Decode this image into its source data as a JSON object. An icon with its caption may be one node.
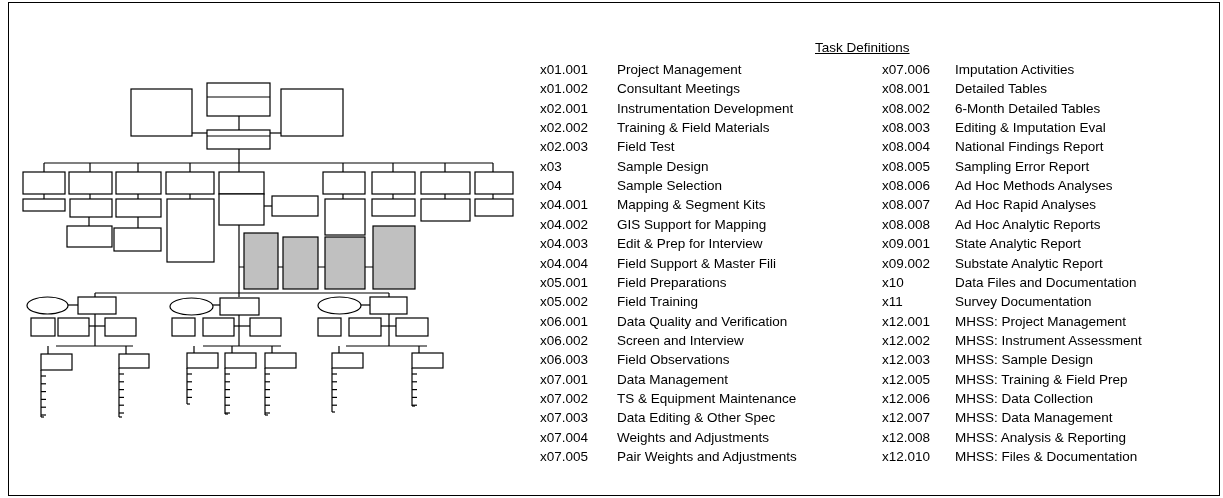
{
  "diagram": {
    "title": "Task Definitions",
    "labels": [
      "x01.001",
      "Project Management",
      "x07.006",
      "Imputation Activities",
      "x01.002",
      "Consultant Meetings",
      "x08.001",
      "Detailed Tables",
      "x02.001",
      "Instrumentation Development",
      "x08.002",
      "6-Month Detailed Tables",
      "x02.002",
      "Training & Field Materials",
      "x08.003",
      "Editing & Imputation Eval",
      "x02.003",
      "Field Test",
      "x08.004",
      "National Findings Report",
      "x03",
      "Sample Design",
      "x08.005",
      "Sampling Error Report",
      "x04",
      "Sample Selection",
      "x08.006",
      "Ad Hoc Methods Analyses",
      "x04.001",
      "Mapping & Segment Kits",
      "x08.007",
      "Ad Hoc Rapid Analyses",
      "x04.002",
      "GIS Support for Mapping",
      "x08.008",
      "Ad Hoc Analytic Reports",
      "x04.003",
      "Edit & Prep for Interview",
      "x09.001",
      "State Analytic Report",
      "x04.004",
      "Field Support & Master Fili",
      "x09.002",
      "Substate Analytic Report",
      "x05.001",
      "Field Preparations",
      "x10",
      "Data Files and Documentation",
      "x05.002",
      "Field Training",
      "x11",
      "Survey Documentation",
      "x06.001",
      "Data Quality and Verification",
      "x12.001",
      "MHSS: Project Management",
      "x06.002",
      "Screen and Interview",
      "x12.002",
      "MHSS: Instrument Assessment",
      "x06.003",
      "Field Observations",
      "x12.003",
      "MHSS: Sample Design",
      "x07.001",
      "Data Management",
      "x12.005",
      "MHSS: Training & Field Prep",
      "x07.002",
      "TS & Equipment Maintenance",
      "x12.006",
      "MHSS: Data Collection",
      "x07.003",
      "Data Editing & Other Spec",
      "x12.007",
      "MHSS: Data Management",
      "x07.004",
      "Weights and Adjustments",
      "x12.008",
      "MHSS: Analysis & Reporting",
      "x07.005",
      "Pair Weights and Adjustments",
      "x12.010",
      "MHSS: Files & Documentation"
    ]
  }
}
